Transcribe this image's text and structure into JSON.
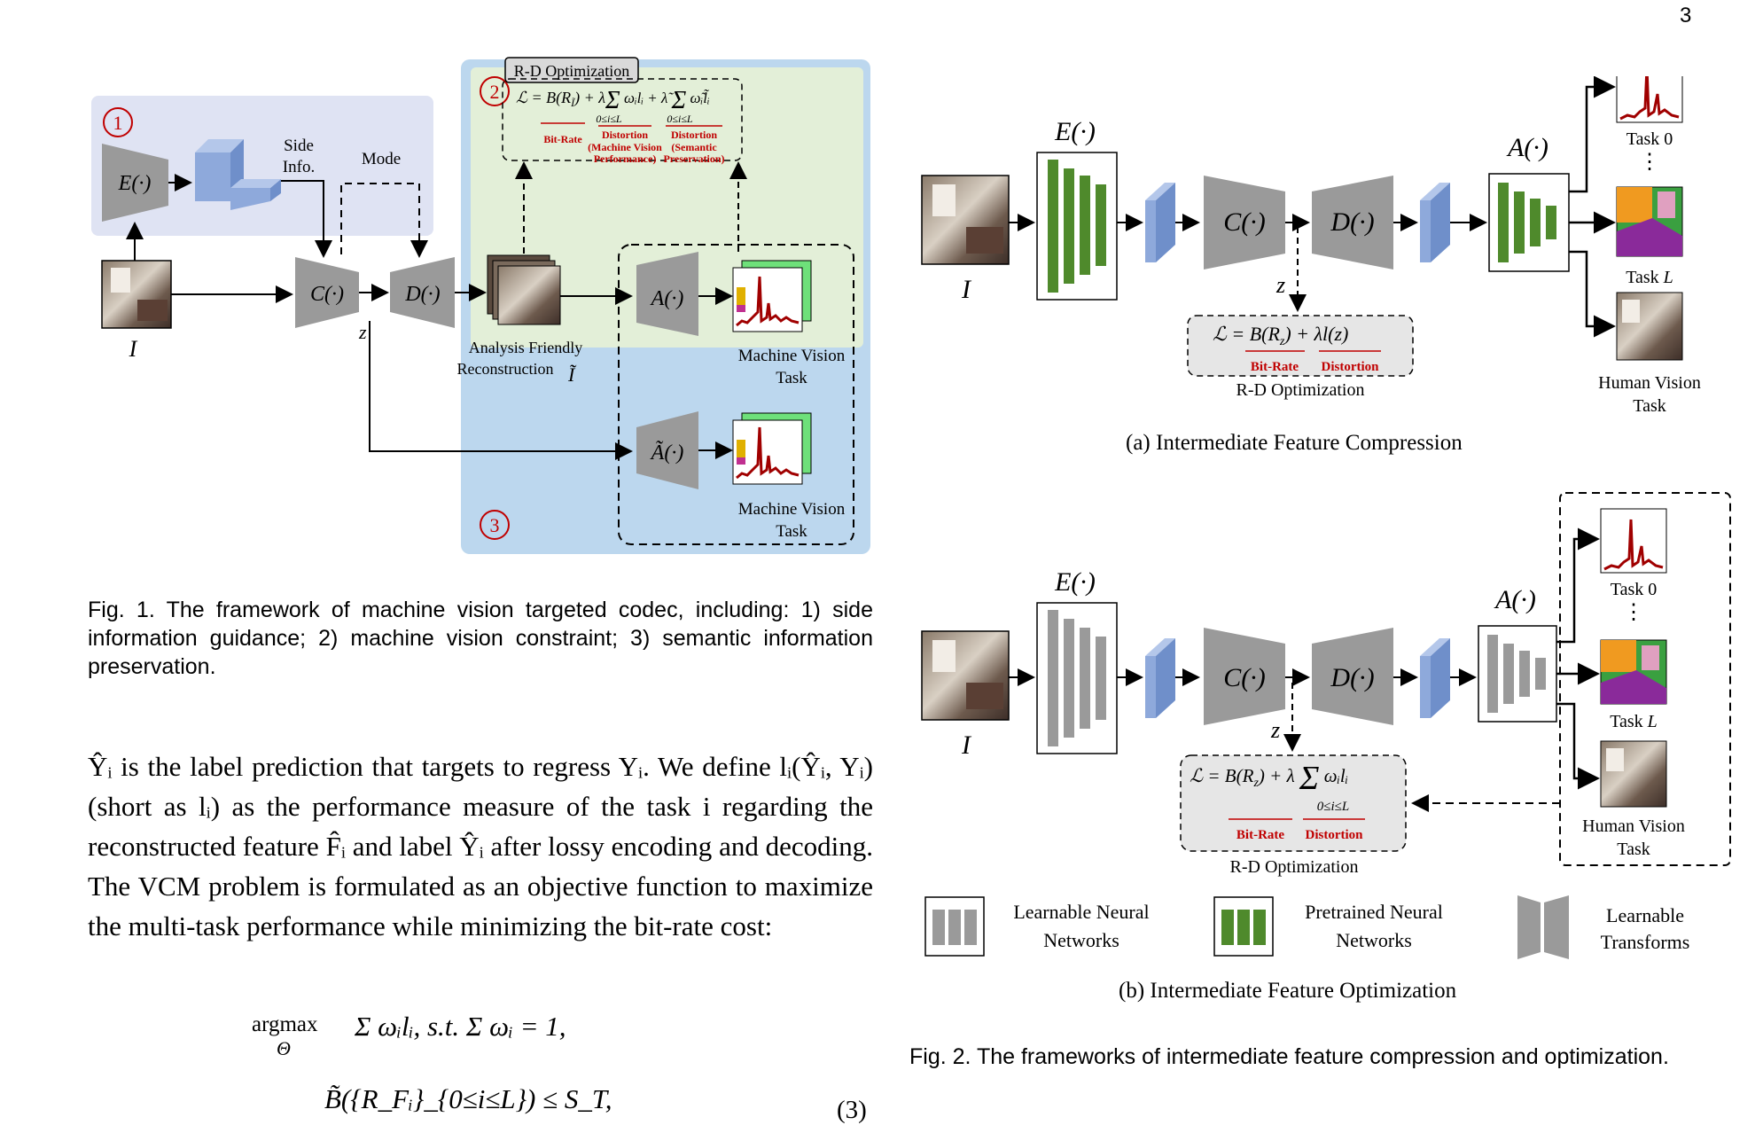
{
  "page_number": "3",
  "fig1": {
    "circle_labels": [
      "1",
      "2",
      "3"
    ],
    "encoder_label": "E(·)",
    "side_info_label": "Side Info.",
    "mode_label": "Mode",
    "compress_label": "C(·)",
    "decompress_label": "D(·)",
    "input_label": "I",
    "latent_label": "z",
    "rd_box_title": "R-D Optimization",
    "rd_formula": "ℒ = B(R_Ĩ) + λ Σ ω_i l_i + λ̃ Σ ω̃_i l̃_i",
    "sum_range": "0≤i≤L",
    "bitrate_label": "Bit-Rate",
    "distortion_label": "Distortion",
    "distortion_mv_label": "(Machine Vision Performance)",
    "distortion_sem_label": "(Semantic Preservation)",
    "recon_label": "Analysis Friendly Reconstruction",
    "recon_symbol": "Ĩ",
    "analyzer_label": "A(·)",
    "analyzer_tilde_label": "Ã(·)",
    "mv_task_label": "Machine Vision Task",
    "caption": "Fig. 1. The framework of machine vision targeted codec, including: 1) side information guidance; 2) machine vision constraint; 3) semantic information preservation."
  },
  "fig2a": {
    "encoder_label": "E(·)",
    "compress_label": "C(·)",
    "decompress_label": "D(·)",
    "analyzer_label": "A(·)",
    "input_label": "I",
    "latent_label": "z",
    "formula": "ℒ = B(R_z) + λl(z)",
    "bitrate_label": "Bit-Rate",
    "distortion_label": "Distortion",
    "rd_label": "R-D Optimization",
    "task0": "Task 0",
    "taskL": "Task L",
    "human_task": "Human Vision Task",
    "subcaption": "(a) Intermediate Feature Compression"
  },
  "fig2b": {
    "encoder_label": "E(·)",
    "compress_label": "C(·)",
    "decompress_label": "D(·)",
    "analyzer_label": "A(·)",
    "input_label": "I",
    "latent_label": "z",
    "formula": "ℒ = B(R_z) + λ Σ ω_i l_i",
    "sum_range": "0≤i≤L",
    "bitrate_label": "Bit-Rate",
    "distortion_label": "Distortion",
    "rd_label": "R-D Optimization",
    "task0": "Task 0",
    "taskL": "Task L",
    "human_task": "Human Vision Task",
    "legend": [
      "Learnable Neural Networks",
      "Pretrained Neural Networks",
      "Learnable Transforms"
    ],
    "subcaption": "(b) Intermediate Feature Optimization"
  },
  "fig2_caption": "Fig. 2. The frameworks of intermediate feature compression and optimization.",
  "body": {
    "paragraph_plain": "Ŷᵢ is the label prediction that targets to regress Yᵢ. We define lᵢ(Ŷᵢ, Yᵢ) (short as lᵢ) as the performance measure of the task i regarding the reconstructed feature F̂ᵢ and label Ŷᵢ after lossy encoding and decoding. The VCM problem is formulated as an objective function to maximize the multi-task performance while minimizing the bit-rate cost:",
    "bold_phrase": "VCM problem",
    "italic_phrase": "an objective function to maximize the multi-task performance while minimizing the bit-rate cost",
    "eq_argmax": "argmax",
    "eq_theta": "Θ",
    "eq_line1": "Σ ωᵢlᵢ, s.t. Σ ωᵢ = 1,",
    "eq_line2": "B̃({R_Fᵢ}_{0≤i≤L}) ≤ S_T,",
    "eq_number": "(3)"
  },
  "colors": {
    "region1_bg": "#dfe3f3",
    "region2_bg": "#e3efd8",
    "region3_bg": "#bcd7ee",
    "circle_red": "#c00000",
    "pretrained_green": "#4f8a2c",
    "learnable_gray": "#9a9a9a",
    "feature_blue": "#8ea9db",
    "rd_box_bg": "#e6e6e6"
  }
}
